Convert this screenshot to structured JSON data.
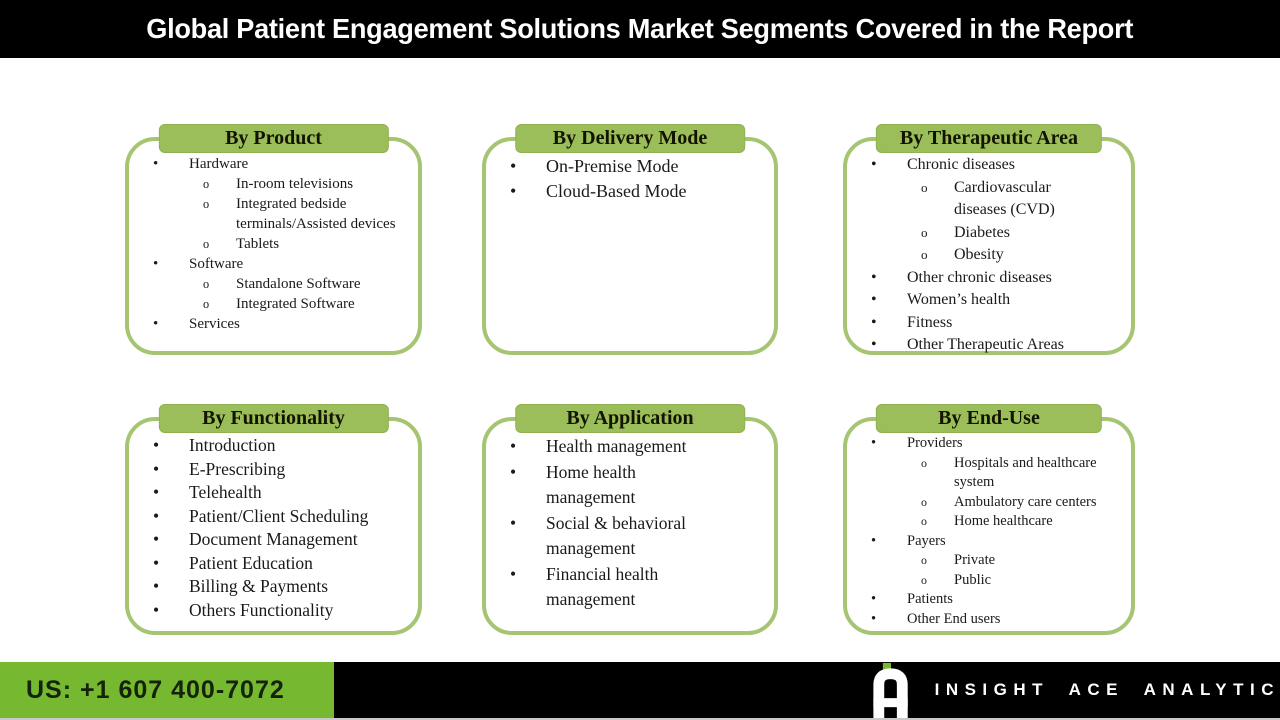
{
  "header": {
    "title": "Global Patient Engagement Solutions Market Segments Covered in the Report"
  },
  "markers": {
    "level1": "•",
    "level2": "o"
  },
  "boxes": [
    {
      "id": "product",
      "title": "By Product",
      "items": [
        {
          "label": "Hardware",
          "children": [
            "In-room televisions",
            "Integrated bedside terminals/Assisted devices",
            "Tablets"
          ]
        },
        {
          "label": "Software",
          "children": [
            "Standalone Software",
            "Integrated Software"
          ]
        },
        {
          "label": "Services",
          "children": []
        }
      ]
    },
    {
      "id": "delivery-mode",
      "title": "By Delivery Mode",
      "items": [
        {
          "label": "On-Premise Mode",
          "children": []
        },
        {
          "label": "Cloud-Based Mode",
          "children": []
        }
      ]
    },
    {
      "id": "therapeutic-area",
      "title": "By Therapeutic Area",
      "items": [
        {
          "label": "Chronic diseases",
          "children": [
            "Cardiovascular diseases (CVD)",
            "Diabetes",
            "Obesity"
          ]
        },
        {
          "label": "Other chronic diseases",
          "children": []
        },
        {
          "label": "Women’s health",
          "children": []
        },
        {
          "label": "Fitness",
          "children": []
        },
        {
          "label": "Other Therapeutic Areas",
          "children": []
        }
      ]
    },
    {
      "id": "functionality",
      "title": "By Functionality",
      "items": [
        {
          "label": "Introduction",
          "children": []
        },
        {
          "label": "E-Prescribing",
          "children": []
        },
        {
          "label": "Telehealth",
          "children": []
        },
        {
          "label": "Patient/Client Scheduling",
          "children": []
        },
        {
          "label": "Document Management",
          "children": []
        },
        {
          "label": "Patient Education",
          "children": []
        },
        {
          "label": "Billing & Payments",
          "children": []
        },
        {
          "label": "Others Functionality",
          "children": []
        }
      ]
    },
    {
      "id": "application",
      "title": "By Application",
      "items": [
        {
          "label": "Health management",
          "children": []
        },
        {
          "label": "Home health management",
          "children": []
        },
        {
          "label": "Social & behavioral management",
          "children": []
        },
        {
          "label": "Financial health management",
          "children": []
        }
      ]
    },
    {
      "id": "end-use",
      "title": "By End-Use",
      "items": [
        {
          "label": "Providers",
          "children": [
            "Hospitals and healthcare system",
            "Ambulatory care centers",
            "Home healthcare"
          ]
        },
        {
          "label": "Payers",
          "children": [
            "Private",
            "Public"
          ]
        },
        {
          "label": "Patients",
          "children": []
        },
        {
          "label": "Other End users",
          "children": []
        }
      ]
    }
  ],
  "footer": {
    "phone": "US: +1 607 400-7072",
    "brand": "INSIGHT ACE ANALYTIC"
  },
  "colors": {
    "tab_green": "#9cbe5a",
    "border_green": "#a6c573",
    "footer_green": "#76b82f",
    "bar_black": "#000000"
  }
}
